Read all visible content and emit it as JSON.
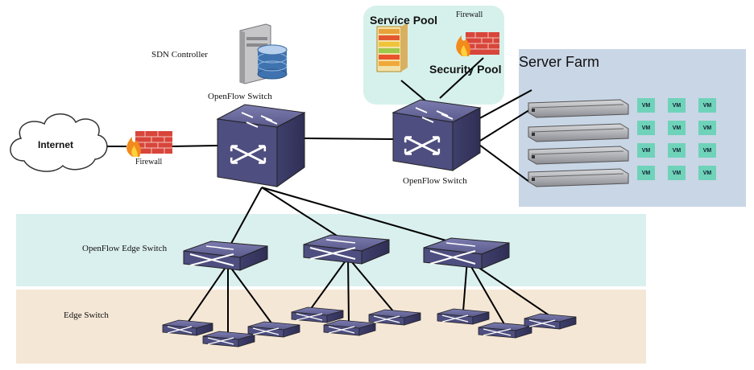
{
  "labels": {
    "sdn_controller": "SDN Controller",
    "openflow_switch_core": "OpenFlow Switch",
    "openflow_switch_dist": "OpenFlow Switch",
    "internet": "Internet",
    "firewall_left": "Firewall",
    "firewall_pool": "Firewall",
    "service_pool": "Service Pool",
    "security_pool": "Security Pool",
    "server_farm": "Server Farm",
    "openflow_edge_switch": "OpenFlow Edge Switch",
    "edge_switch": "Edge Switch"
  },
  "vm_label": "VM",
  "vm_grid": {
    "rows": 4,
    "cols": 3
  },
  "colors": {
    "edge_band": "#daf0ee",
    "access_band": "#f5e7d6",
    "pool_box": "#d6f1ec",
    "server_farm_box": "#c9d6e6",
    "switch_fill": "#5a5a8c",
    "vm_fill": "#6fd3b9",
    "firewall_brick": "#d8453a"
  },
  "icons": [
    "cloud-icon",
    "firewall-icon",
    "server-database-icon",
    "openflow-switch-icon",
    "rack-server-icon",
    "appliance-stack-icon",
    "edge-switch-icon"
  ]
}
